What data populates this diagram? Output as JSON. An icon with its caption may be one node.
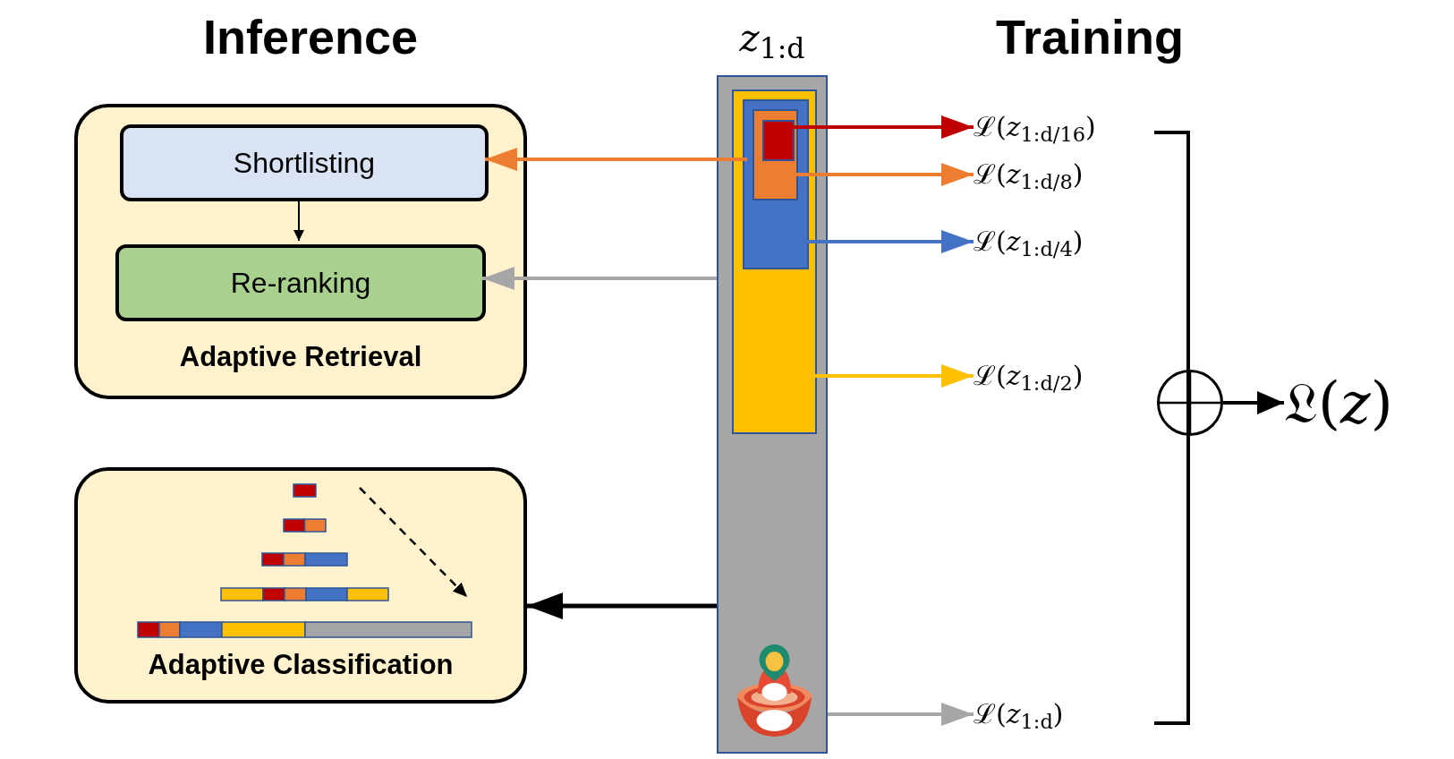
{
  "diagram": {
    "nodes": [
      {
        "text": [
          "Adaptive Retrieval"
        ]
      },
      {
        "text": [
          "Shortlisting"
        ],
        "in": 0
      },
      {
        "text": [
          "Re-ranking"
        ],
        "in": 0
      },
      {
        "text": [
          "Adaptive Classification"
        ]
      },
      {
        "text": [
          "*z*$_{1:d}$"
        ]
      },
      {
        "text": [],
        "shape": "box",
        "in": 4
      },
      {
        "text": [],
        "shape": "box",
        "in": 5
      },
      {
        "text": [],
        "shape": "box",
        "in": 6
      },
      {
        "text": [],
        "shape": "box",
        "in": 7
      },
      {
        "text": [
          "ℒ(*z*$_{1:d/16}$)"
        ]
      },
      {
        "text": [
          "ℒ(*z*$_{1:d/8}$)"
        ]
      },
      {
        "text": [
          "ℒ(*z*$_{1:d/4}$)"
        ]
      },
      {
        "text": [
          "ℒ(*z*$_{1:d/2}$)"
        ]
      },
      {
        "text": [
          "ℒ(*z*$_{1:d}$)"
        ]
      },
      {
        "text": [],
        "shape": "circle"
      },
      {
        "text": [
          "𝔏(*z*)"
        ]
      }
    ],
    "edges": [
      {
        "from": 8,
        "to": 9,
        "arrow": "to",
        "color": "#c00000"
      },
      {
        "from": 7,
        "to": 10,
        "arrow": "to",
        "color": "#ed7d31"
      },
      {
        "from": 6,
        "to": 11,
        "arrow": "to",
        "color": "#4472c4"
      },
      {
        "from": 5,
        "to": 12,
        "arrow": "to",
        "color": "#ffc000"
      },
      {
        "from": 4,
        "to": 13,
        "arrow": "to",
        "color": "#a6a6a6"
      },
      {
        "from": 7,
        "to": 1,
        "arrow": "to",
        "color": "#ed7d31"
      },
      {
        "from": 4,
        "to": 2,
        "arrow": "to",
        "color": "#a6a6a6"
      },
      {
        "from": 4,
        "to": 3,
        "arrow": "to"
      },
      {
        "from": 1,
        "to": 2,
        "arrow": "to"
      },
      {
        "from": 14,
        "to": 15,
        "arrow": "to"
      }
    ],
    "labels": [
      "Inference",
      "Training"
    ]
  }
}
